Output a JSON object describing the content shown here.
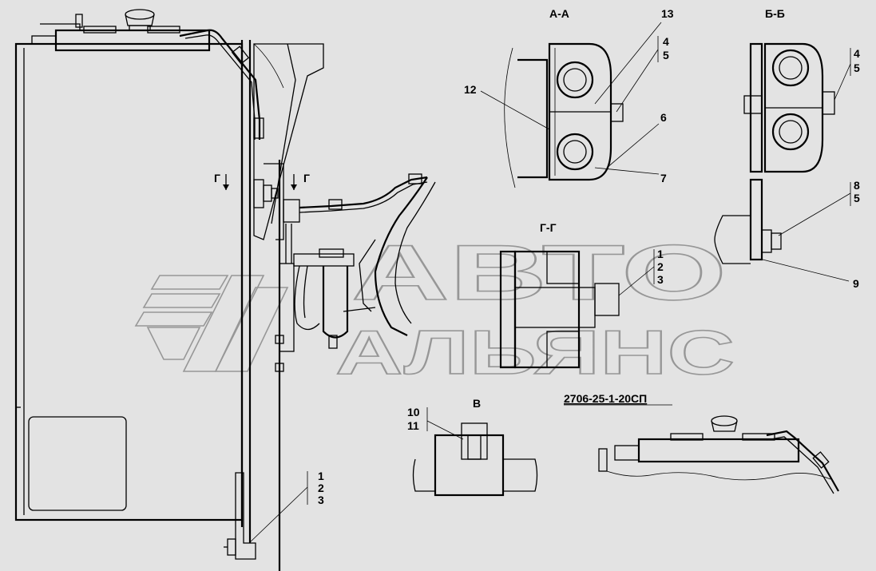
{
  "drawing_code": "2706-25-1-20СП",
  "sections": {
    "aa": "А-А",
    "bb": "Б-Б",
    "gg": "Г-Г",
    "v": "В",
    "g_cut_left": "Г",
    "g_cut_right": "Г"
  },
  "callouts": {
    "n13": "13",
    "n12": "12",
    "n6": "6",
    "n7": "7",
    "aa_4": "4",
    "aa_5": "5",
    "bb_4": "4",
    "bb_5": "5",
    "n8": "8",
    "n8_5": "5",
    "n9": "9",
    "gg_1": "1",
    "gg_2": "2",
    "gg_3": "3",
    "v_10": "10",
    "v_11": "11",
    "main_1": "1",
    "main_2": "2",
    "main_3": "3"
  },
  "watermark": {
    "line1": "АВТО",
    "line2": "АЛЬЯНС"
  }
}
